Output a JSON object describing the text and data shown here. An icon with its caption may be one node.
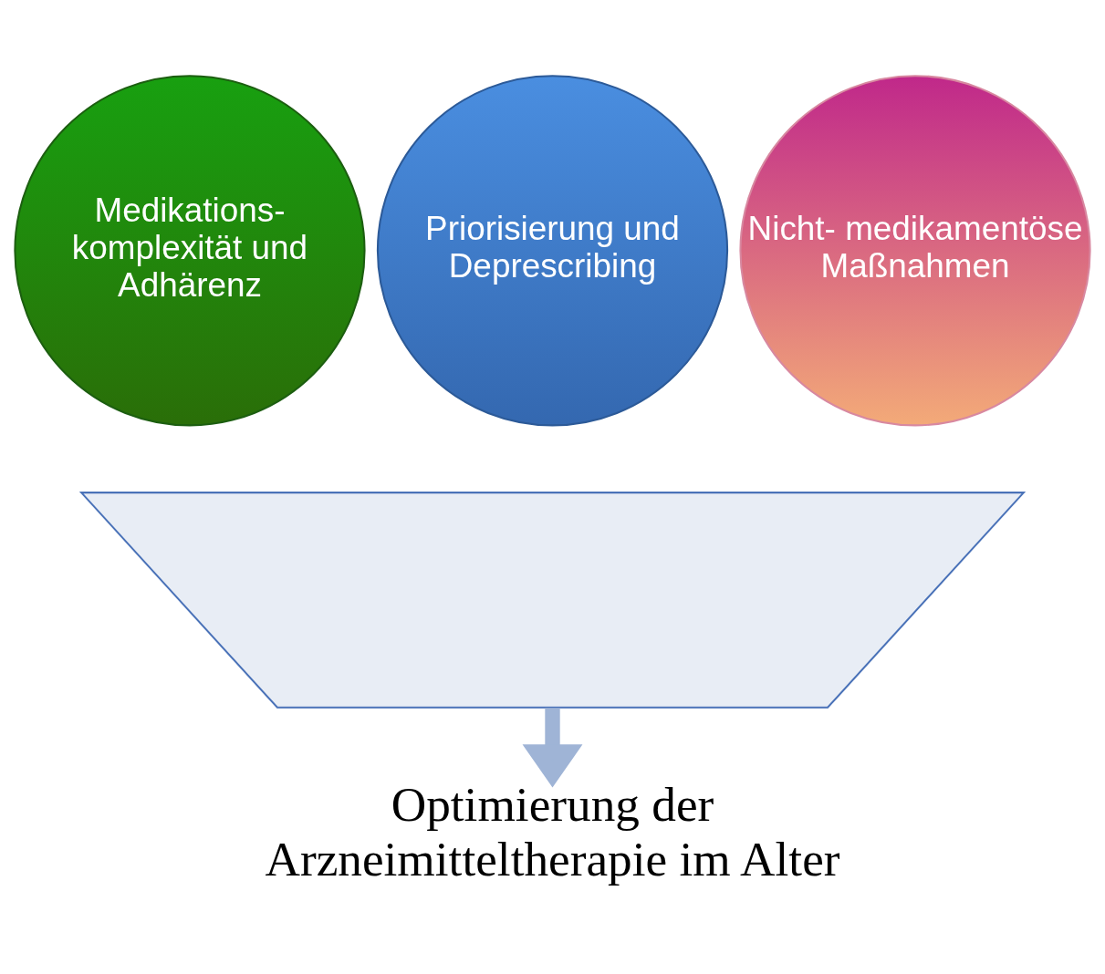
{
  "diagram": {
    "nodes": [
      {
        "text": [],
        "shape": "funnel"
      },
      {
        "text": [
          "Medikations- komplexität und Adhärenz"
        ]
      },
      {
        "text": [
          "Priorisierung und Deprescribing"
        ]
      },
      {
        "text": [
          "Nicht- medikamentöse Maßnahmen"
        ]
      },
      {
        "text": [
          "Optimierung der Arzneimitteltherapie im Alter"
        ]
      }
    ],
    "edges": [
      {
        "from": 0,
        "to": 4,
        "arrow": "to"
      }
    ]
  }
}
